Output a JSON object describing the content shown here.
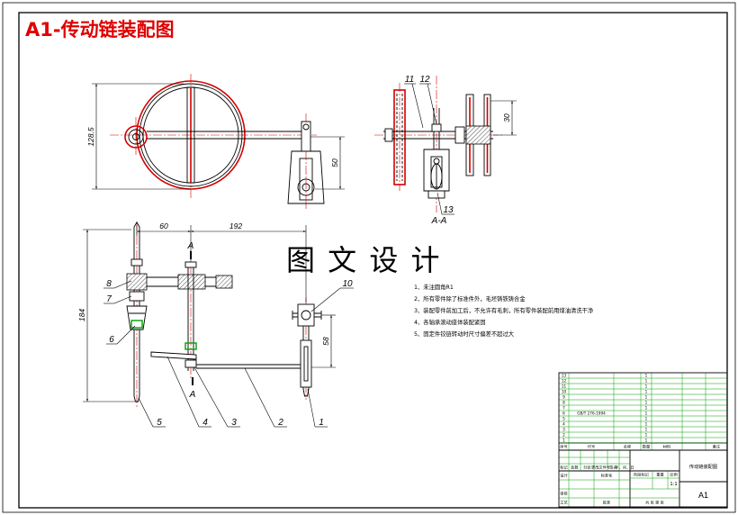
{
  "title": "A1-传动链装配图",
  "watermark": "图 文 设 计",
  "colors": {
    "outline": "#000000",
    "sprocket_red": "#d40000",
    "title_red": "#e00000",
    "highlight_green": "#00a000",
    "title_block_grid": "#00a000"
  },
  "top_view": {
    "dims": [
      "128.5",
      "50"
    ]
  },
  "section_view": {
    "label": "A-A",
    "dims": [
      "30"
    ],
    "part_labels": [
      "11",
      "12",
      "13"
    ]
  },
  "front_view": {
    "dims": [
      "60",
      "192",
      "184",
      "58"
    ],
    "section_markers": [
      "A",
      "A"
    ],
    "part_labels": [
      "8",
      "7",
      "6",
      "5",
      "4",
      "3",
      "2",
      "1",
      "10"
    ]
  },
  "technical_notes": [
    "1、未注圆角R1",
    "2、所有零件除了标准件外，毛坯铸铁铸合金",
    "3、装配零件前加工后，不允许有毛刺，所有零件装配前用煤油清洗干净",
    "4、各轴承滚动座体装配紧固",
    "5、固定件铰链转动时尺寸偏差不超过大"
  ],
  "title_block": {
    "parts_list": [
      {
        "no": "13",
        "qty": "1"
      },
      {
        "no": "12",
        "qty": "1"
      },
      {
        "no": "11",
        "qty": "1"
      },
      {
        "no": "10",
        "qty": "1"
      },
      {
        "no": "9",
        "qty": "1"
      },
      {
        "no": "8",
        "qty": "1"
      },
      {
        "no": "7",
        "qty": "1"
      },
      {
        "no": "6",
        "code": "GB/T 276-1994",
        "qty": "1"
      },
      {
        "no": "5",
        "qty": "1"
      },
      {
        "no": "4",
        "qty": "1"
      },
      {
        "no": "3",
        "qty": "1"
      },
      {
        "no": "2",
        "qty": "1"
      },
      {
        "no": "1",
        "qty": "1"
      }
    ],
    "header": [
      "序号",
      "代号",
      "名称",
      "数量",
      "材料",
      "备注"
    ],
    "revision_header": [
      "标记",
      "处数",
      "分区",
      "更改文件号",
      "签名",
      "年、月、日"
    ],
    "signatures": [
      "设计",
      "标准化",
      "审核",
      "工艺",
      "批准"
    ],
    "stage": [
      "阶段标记",
      "重量",
      "比例"
    ],
    "scale": "1:1",
    "sheet": "共 张 第 张",
    "drawing_name": "传动链装配图",
    "drawing_no": "A1"
  }
}
